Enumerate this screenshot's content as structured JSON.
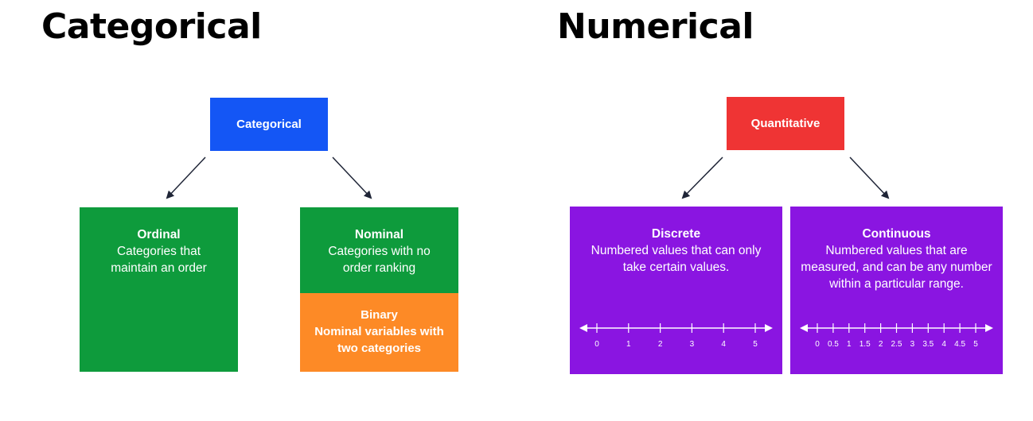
{
  "headings": {
    "left": "Categorical",
    "right": "Numerical"
  },
  "colors": {
    "categorical": "#1456f5",
    "quantitative": "#ef3434",
    "green": "#0e9b3c",
    "orange": "#fd8a26",
    "purple": "#8a15e1",
    "arrow": "#1f2537"
  },
  "categorical": {
    "root": "Categorical",
    "ordinal": {
      "title": "Ordinal",
      "desc": "Categories that maintain an order"
    },
    "nominal": {
      "title": "Nominal",
      "desc": "Categories with no order ranking"
    },
    "binary": {
      "title": "Binary",
      "desc_line1": "Nominal variables with",
      "desc_line2": "two categories"
    }
  },
  "numerical": {
    "root": "Quantitative",
    "discrete": {
      "title": "Discrete",
      "desc": "Numbered values that can only take certain values.",
      "ticks": [
        "0",
        "1",
        "2",
        "3",
        "4",
        "5"
      ]
    },
    "continuous": {
      "title": "Continuous",
      "desc": "Numbered values that are measured, and can be any number within a particular range.",
      "ticks": [
        "0",
        "0.5",
        "1",
        "1.5",
        "2",
        "2.5",
        "3",
        "3.5",
        "4",
        "4.5",
        "5"
      ]
    }
  }
}
